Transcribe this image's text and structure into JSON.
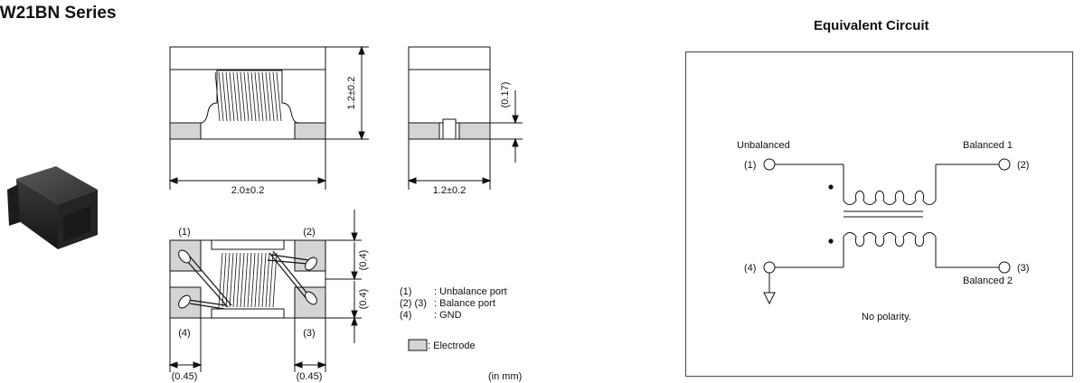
{
  "header": {
    "series_title": "KW21BN Series",
    "circuit_title": "Equivalent Circuit"
  },
  "dimensions": {
    "height": "1.2±0.2",
    "electrode_height": "(0.17)",
    "length": "2.0±0.2",
    "width": "1.2±0.2",
    "upper_pitch": "(0.4)",
    "lower_pitch": "(0.4)",
    "left_electrode": "(0.45)",
    "right_electrode": "(0.45)"
  },
  "pins": {
    "p1": "(1)",
    "p2": "(2)",
    "p3": "(3)",
    "p4": "(4)"
  },
  "legend": {
    "line1_num": "(1)",
    "line1_text": ": Unbalance port",
    "line2_num": "(2) (3)",
    "line2_text": ": Balance port",
    "line3_num": "(4)",
    "line3_text": ": GND",
    "electrode_label": ": Electrode",
    "unit": "(in mm)"
  },
  "circuit": {
    "unbalanced": "Unbalanced",
    "balanced1": "Balanced 1",
    "balanced2": "Balanced 2",
    "pin1": "(1)",
    "pin2": "(2)",
    "pin3": "(3)",
    "pin4": "(4)",
    "note": "No polarity."
  },
  "colors": {
    "electrode": "#d4d4d4",
    "body_dark": "#2b2b2b",
    "line": "#111111"
  }
}
